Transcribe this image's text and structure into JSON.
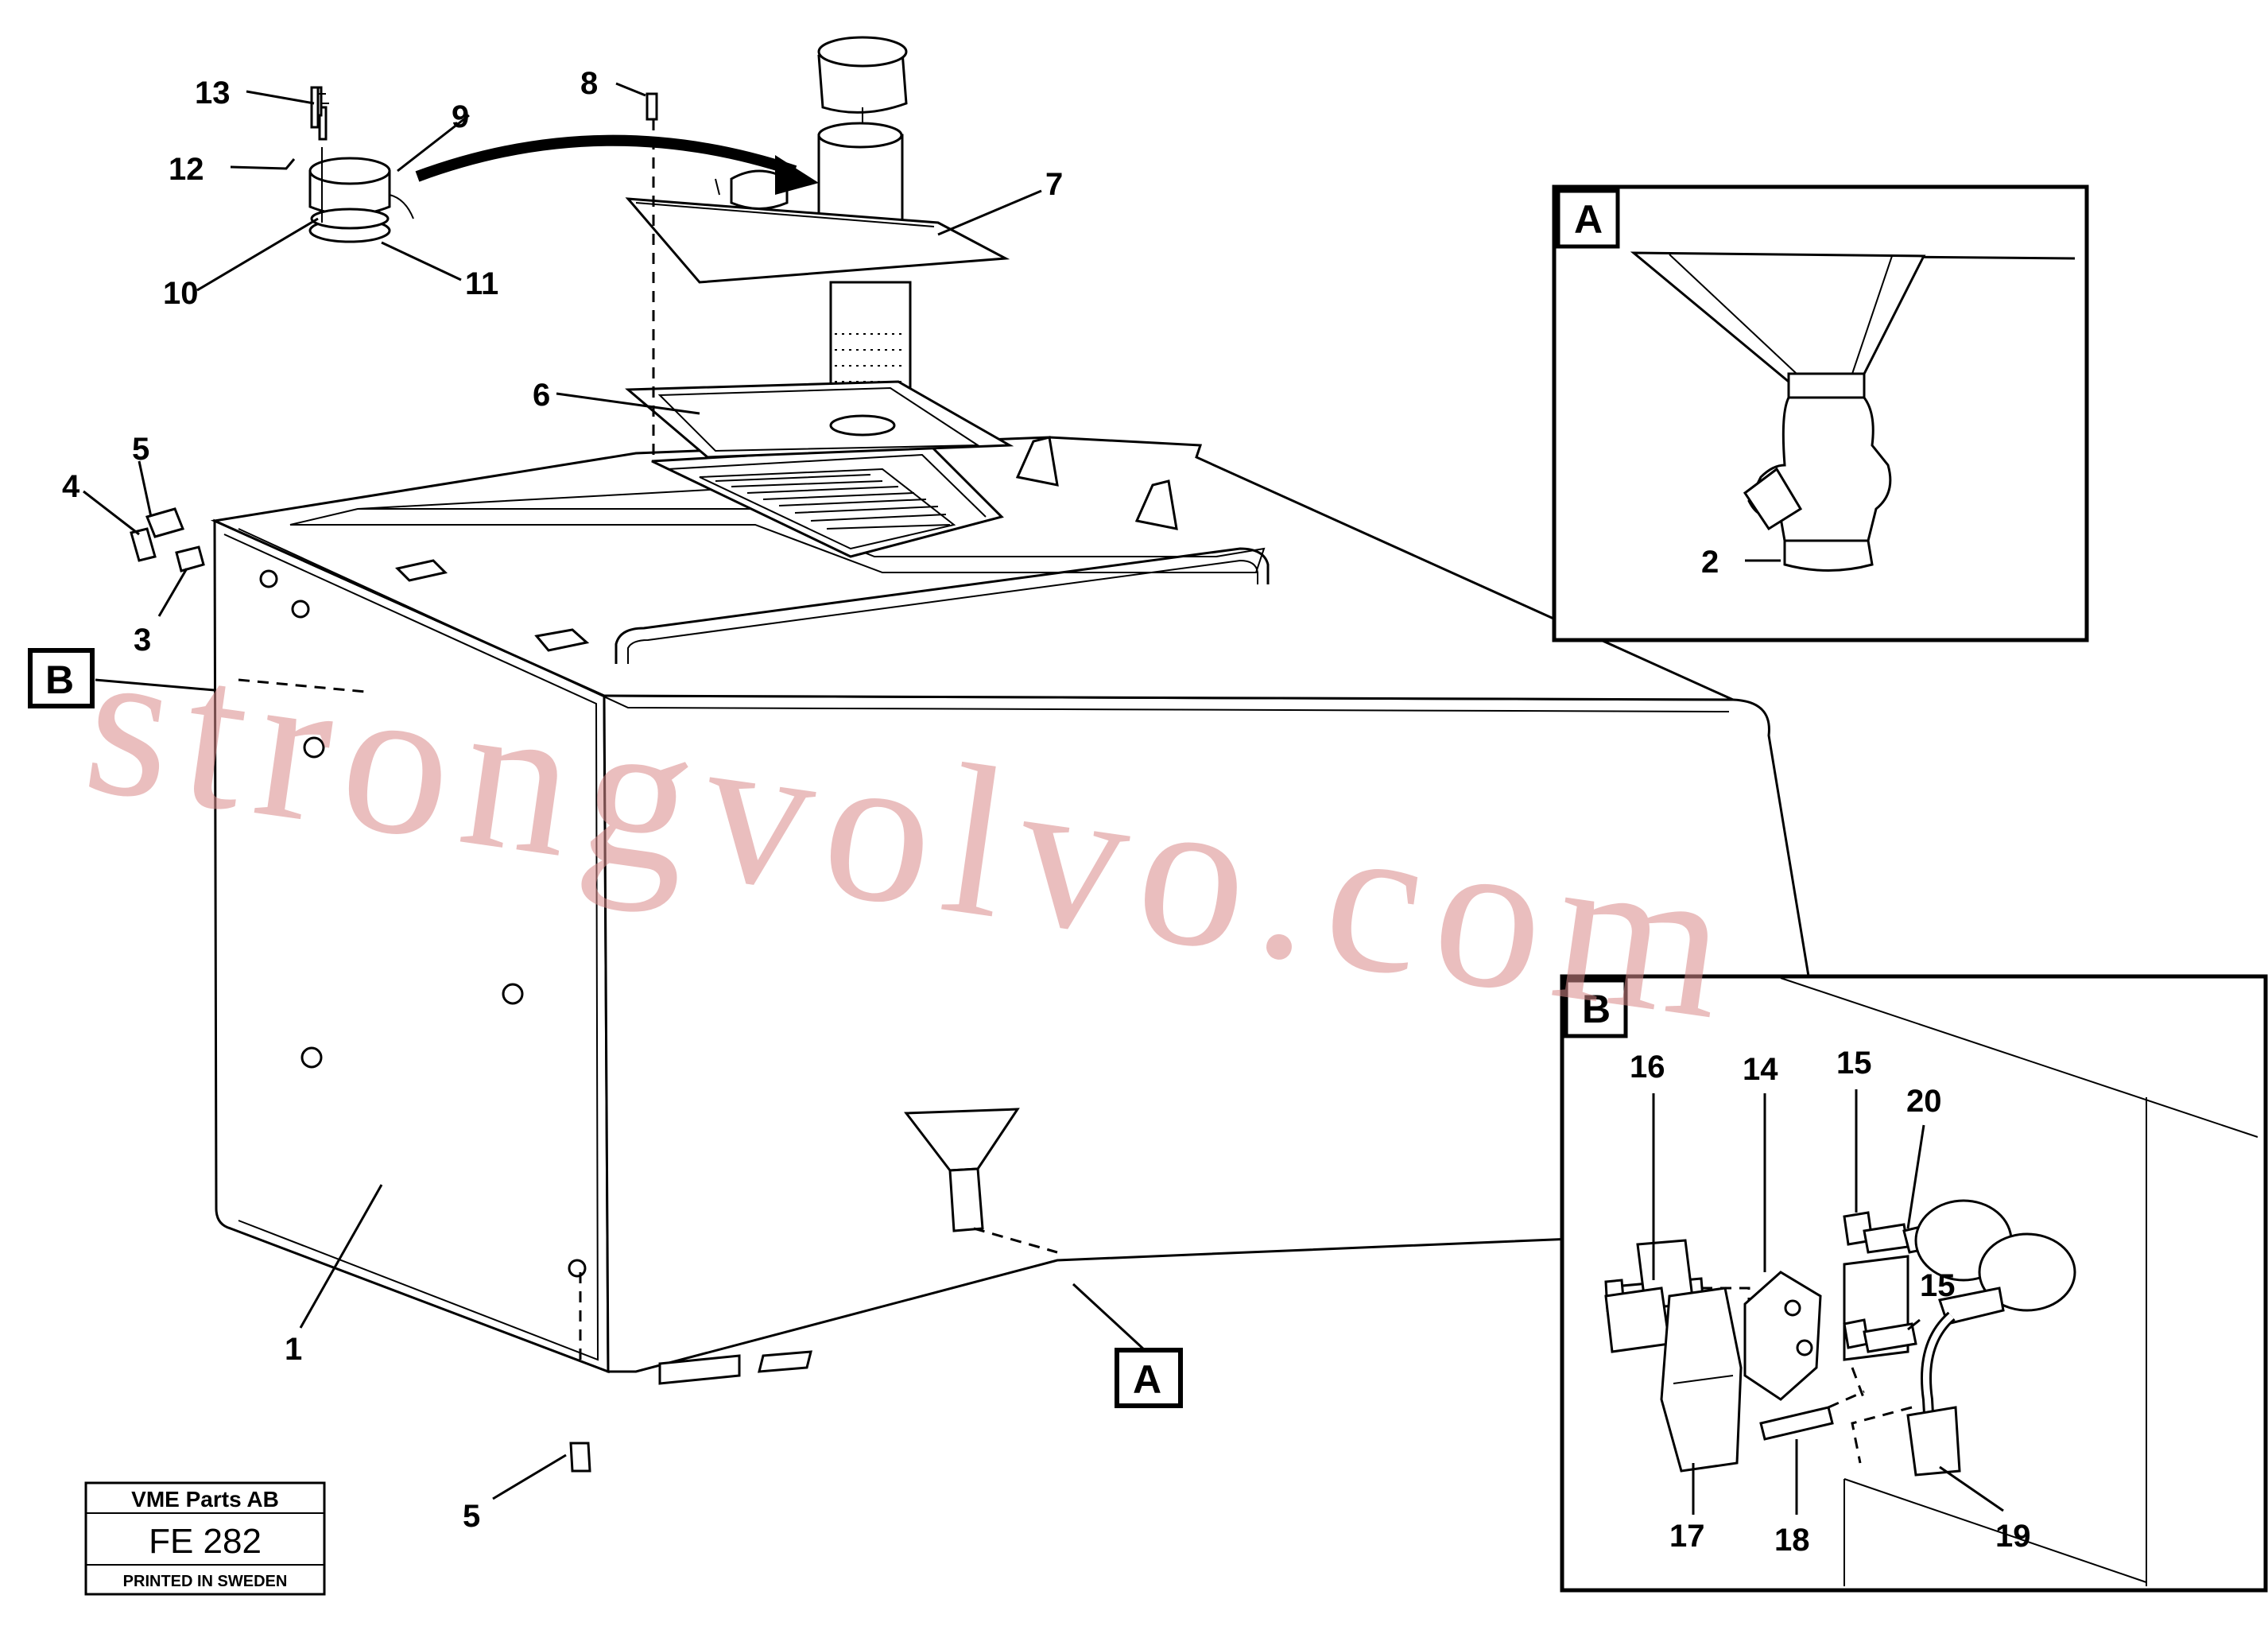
{
  "callouts": {
    "c1": "1",
    "c2": "2",
    "c3": "3",
    "c4": "4",
    "c5a": "5",
    "c5b": "5",
    "c6": "6",
    "c7": "7",
    "c8": "8",
    "c9": "9",
    "c10": "10",
    "c11": "11",
    "c12": "12",
    "c13": "13",
    "c14": "14",
    "c15a": "15",
    "c15b": "15",
    "c16": "16",
    "c17": "17",
    "c18": "18",
    "c19": "19",
    "c20": "20"
  },
  "detail_refs": {
    "a_main": "A",
    "b_main": "B",
    "a_inset": "A",
    "b_inset": "B"
  },
  "watermark": "strongvolvo.com",
  "stamp": {
    "company": "VME Parts AB",
    "code": "FE 282",
    "printed": "PRINTED IN SWEDEN"
  }
}
